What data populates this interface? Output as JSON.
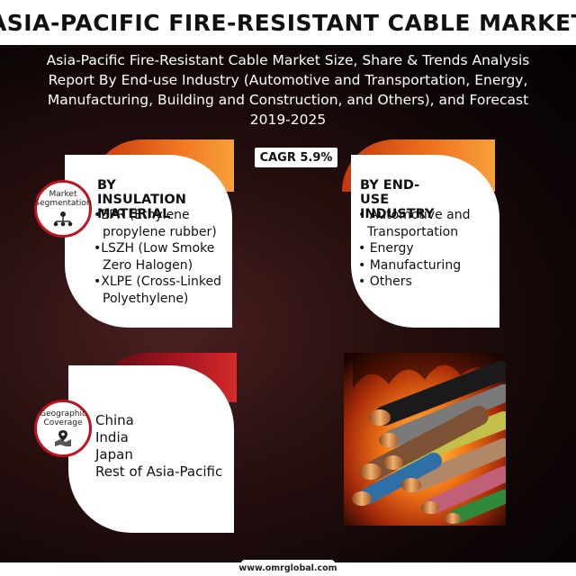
{
  "header": {
    "title": "ASIA-PACIFIC FIRE-RESISTANT CABLE MARKET"
  },
  "subtitle": {
    "lines": [
      "Asia-Pacific Fire-Resistant Cable Market Size, Share & Trends Analysis",
      "Report By End-use Industry (Automotive and Transportation, Energy,",
      "Manufacturing, Building and Construction, and Others), and Forecast",
      "2019-2025"
    ]
  },
  "cagr": {
    "label": "CAGR 5.9%"
  },
  "segmentation_badge": {
    "label_line1": "Market",
    "label_line2": "Segmentation",
    "icon": "segmentation-network-icon"
  },
  "geography_badge": {
    "label_line1": "Geographic",
    "label_line2": "Coverage",
    "icon": "map-pin-icon"
  },
  "insulation_card": {
    "heading_line1": "BY INSULATION",
    "heading_line2": "MATERIAL",
    "items": [
      "•EPR (Ethylene",
      "  propylene rubber)",
      "•LSZH (Low Smoke",
      "  Zero Halogen)",
      "•XLPE (Cross-Linked",
      "  Polyethylene)"
    ]
  },
  "end_use_card": {
    "heading_line1": "BY END-USE",
    "heading_line2": "INDUSTRY",
    "items": [
      "• Automotive and",
      "  Transportation",
      "• Energy",
      "• Manufacturing",
      "• Others"
    ]
  },
  "geography_card": {
    "items": [
      "China",
      "India",
      "Japan",
      "Rest of Asia-Pacific"
    ]
  },
  "footer": {
    "site": "www.omrglobal.com"
  },
  "colors": {
    "orange_accent": "#f0741f",
    "red_accent": "#a01420",
    "badge_border": "#c0121e",
    "background": "#2a1010"
  }
}
